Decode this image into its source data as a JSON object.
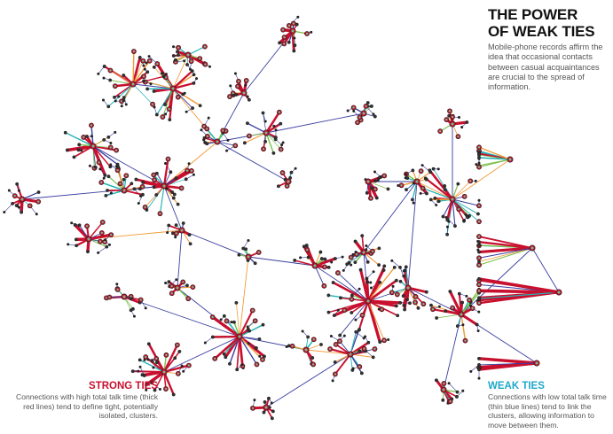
{
  "title": "THE POWER\nOF WEAK TIES",
  "subtitle": "Mobile-phone records affirm the idea that occasional contacts between casual acquaintances are crucial to the spread of information.",
  "strong_ties": {
    "label": "STRONG TIES",
    "description": "Connections with high total talk time (thick red lines) tend to define tight, potentially isolated, clusters."
  },
  "weak_ties": {
    "label": "WEAK TIES",
    "description": "Connections with low total talk time (thin blue lines) tend to link the clusters, allowing information to move between them."
  },
  "colors": {
    "strong": "#c8102e",
    "medium_orange": "#f29b38",
    "medium_green": "#7cbf4a",
    "medium_teal": "#23b2b6",
    "weak": "#3a3fa0",
    "node_fill": "#c8102e",
    "node_inner": "#6fbf8c"
  }
}
